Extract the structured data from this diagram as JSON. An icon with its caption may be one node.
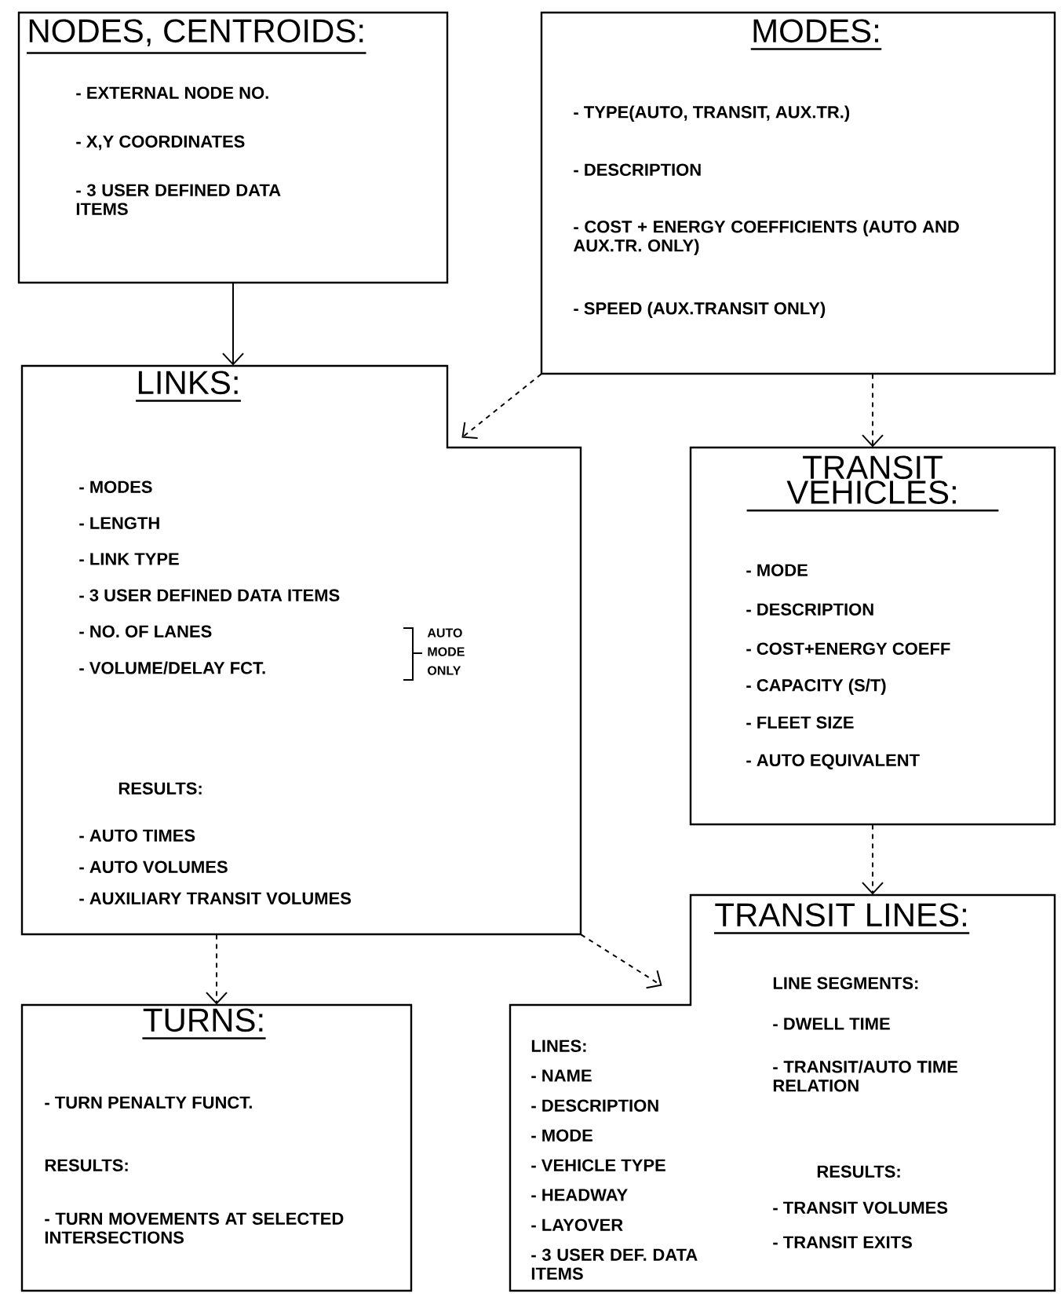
{
  "diagram": {
    "nodes": [
      {
        "text": [
          "NODES, CENTROIDS:",
          "- EXTERNAL NODE NO.",
          "- X,Y COORDINATES",
          "- 3 USER DEFINED DATA ITEMS"
        ]
      },
      {
        "text": [
          "MODES:",
          "- TYPE(AUTO, TRANSIT, AUX.TR.)",
          "- DESCRIPTION",
          "- COST + ENERGY COEFFICIENTS (AUTO AND AUX.TR. ONLY)",
          "- SPEED (AUX.TRANSIT ONLY)"
        ]
      },
      {
        "text": [
          "LINKS:",
          "- MODES",
          "- LENGTH",
          "- LINK TYPE",
          "- 3 USER DEFINED DATA ITEMS",
          "- NO. OF LANES",
          "- VOLUME/DELAY FCT.",
          "AUTO MODE ONLY",
          "RESULTS:",
          "- AUTO TIMES",
          "- AUTO VOLUMES",
          "- AUXILIARY TRANSIT VOLUMES"
        ]
      },
      {
        "text": [
          "TRANSIT VEHICLES:",
          "- MODE",
          "- DESCRIPTION",
          "- COST+ENERGY COEFF",
          "- CAPACITY (S/T)",
          "- FLEET SIZE",
          "- AUTO EQUIVALENT"
        ]
      },
      {
        "text": [
          "TURNS:",
          "- TURN PENALTY FUNCT.",
          "RESULTS:",
          "- TURN MOVEMENTS AT SELECTED INTERSECTIONS"
        ]
      },
      {
        "text": [
          "TRANSIT LINES:",
          "LINE SEGMENTS:",
          "- DWELL TIME",
          "- TRANSIT/AUTO TIME RELATION",
          "LINES:",
          "- NAME",
          "- DESCRIPTION",
          "- MODE",
          "- VEHICLE TYPE",
          "- HEADWAY",
          "- LAYOVER",
          "- 3 USER DEF. DATA ITEMS",
          "RESULTS:",
          "- TRANSIT VOLUMES",
          "- TRANSIT EXITS"
        ]
      }
    ],
    "edges": [
      {
        "from": 0,
        "to": 2,
        "arrow": "to"
      },
      {
        "from": 1,
        "to": 2,
        "arrow": "to",
        "style": "dashed"
      },
      {
        "from": 1,
        "to": 3,
        "arrow": "to",
        "style": "dashed"
      },
      {
        "from": 2,
        "to": 4,
        "arrow": "to",
        "style": "dashed"
      },
      {
        "from": 2,
        "to": 5,
        "arrow": "to",
        "style": "dashed"
      },
      {
        "from": 3,
        "to": 5,
        "arrow": "to",
        "style": "dashed"
      }
    ]
  }
}
